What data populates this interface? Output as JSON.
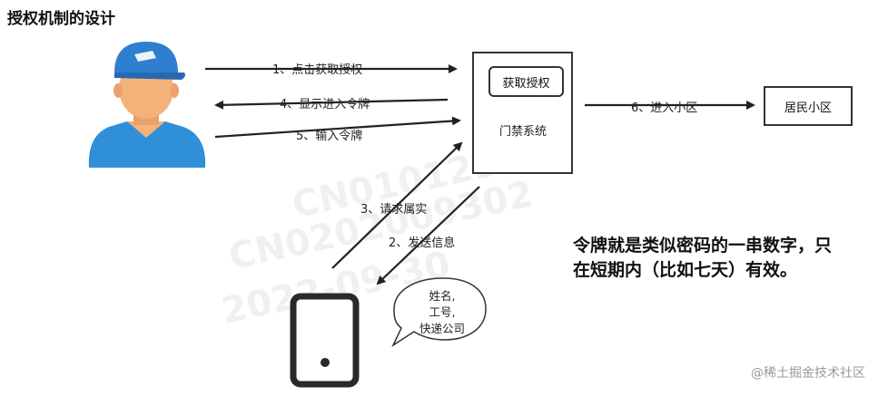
{
  "title": "授权机制的设计",
  "steps": {
    "s1": "1、点击获取授权",
    "s4": "4、显示进入令牌",
    "s5": "5、输入令牌",
    "s3": "3、请求属实",
    "s2": "2、发送信息",
    "s6": "6、进入小区"
  },
  "gate": {
    "button_label": "获取授权",
    "name": "门禁系统"
  },
  "community": "居民小区",
  "bubble": [
    "姓名,",
    "工号,",
    "快递公司"
  ],
  "note": "令牌就是类似密码的一串数字，只在短期内（比如七天）有效。",
  "watermark": [
    "CN0101299",
    "CN0202009302",
    "2022-09-30"
  ],
  "credit": "@稀土掘金技术社区",
  "colors": {
    "person_shirt": "#2f8fd8",
    "person_cap": "#2f7fd0",
    "skin": "#f3b27a",
    "line": "#222222"
  }
}
